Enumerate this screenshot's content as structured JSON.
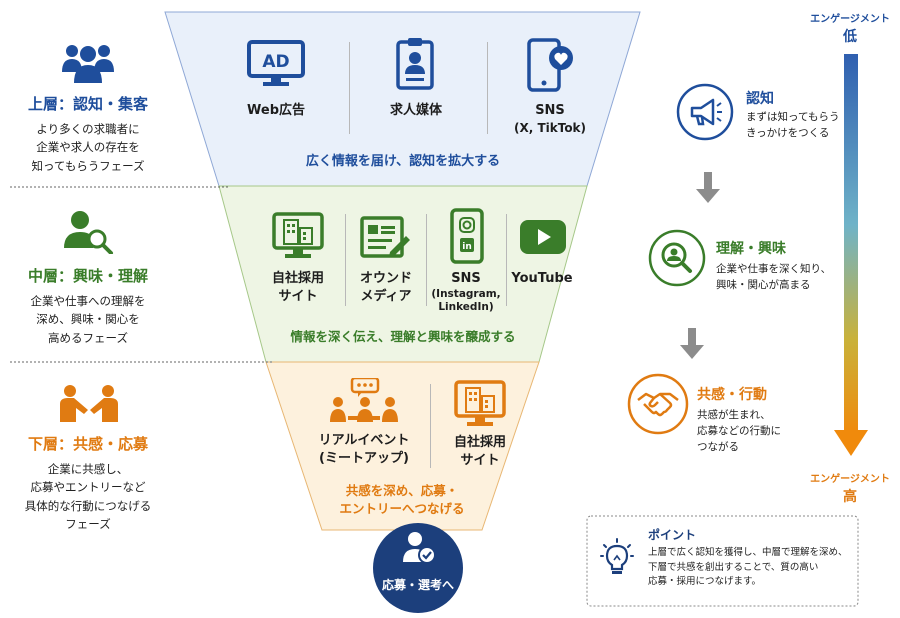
{
  "colors": {
    "blue": "#1f4e9c",
    "green": "#3a7d2a",
    "orange": "#e07b12",
    "navy": "#1c3f7c",
    "gray_arrow": "#8c8c8c"
  },
  "left": {
    "upper": {
      "title": "上層：認知・集客",
      "desc": [
        "より多くの求職者に",
        "企業や求人の存在を",
        "知ってもらうフェーズ"
      ],
      "icon": "people-group-icon"
    },
    "middle": {
      "title": "中層：興味・理解",
      "desc": [
        "企業や仕事への理解を",
        "深め、興味・関心を",
        "高めるフェーズ"
      ],
      "icon": "person-search-icon"
    },
    "lower": {
      "title": "下層：共感・応募",
      "desc": [
        "企業に共感し、",
        "応募やエントリーなど",
        "具体的な行動につなげる",
        "フェーズ"
      ],
      "icon": "handshake-people-icon"
    }
  },
  "funnel": {
    "upper": {
      "items": [
        {
          "label": "Web広告",
          "icon": "ad-monitor-icon",
          "icon_text": "AD"
        },
        {
          "label": "求人媒体",
          "icon": "id-badge-icon"
        },
        {
          "label": "SNS",
          "sub": "(X, TikTok)",
          "icon": "smartphone-heart-icon"
        }
      ],
      "caption": "広く情報を届け、認知を拡大する"
    },
    "middle": {
      "items": [
        {
          "label": "自社採用",
          "label2": "サイト",
          "icon": "company-site-icon"
        },
        {
          "label": "オウンド",
          "label2": "メディア",
          "icon": "owned-media-icon"
        },
        {
          "label": "SNS",
          "sub": "(Instagram,",
          "sub2": "LinkedIn)",
          "icon": "phone-instagram-linkedin-icon"
        },
        {
          "label": "YouTube",
          "icon": "youtube-play-icon"
        }
      ],
      "caption": "情報を深く伝え、理解と興味を醸成する"
    },
    "lower": {
      "items": [
        {
          "label": "リアルイベント",
          "label2": "(ミートアップ)",
          "icon": "meetup-icon"
        },
        {
          "label": "自社採用",
          "label2": "サイト",
          "icon": "company-site-icon"
        }
      ],
      "caption": "共感を深め、応募・",
      "caption2": "エントリーへつなげる"
    },
    "bottom": {
      "label": "応募・選考へ",
      "icon": "applicant-check-icon"
    }
  },
  "stages": [
    {
      "title": "認知",
      "desc": [
        "まずは知ってもらう",
        "きっかけをつくる"
      ],
      "icon": "megaphone-icon"
    },
    {
      "title": "理解・興味",
      "desc": [
        "企業や仕事を深く知り、",
        "興味・関心が高まる"
      ],
      "icon": "search-person-icon"
    },
    {
      "title": "共感・行動",
      "desc": [
        "共感が生まれ、",
        "応募などの行動に",
        "つながる"
      ],
      "icon": "handshake-icon"
    }
  ],
  "engagement": {
    "top_label": "エンゲージメント",
    "top_value": "低",
    "bottom_label": "エンゲージメント",
    "bottom_value": "高"
  },
  "point": {
    "title": "ポイント",
    "lines": [
      "上層で広く認知を獲得し、中層で理解を深め、",
      "下層で共感を創出することで、質の高い",
      "応募・採用につなげます。"
    ],
    "icon": "lightbulb-icon"
  }
}
